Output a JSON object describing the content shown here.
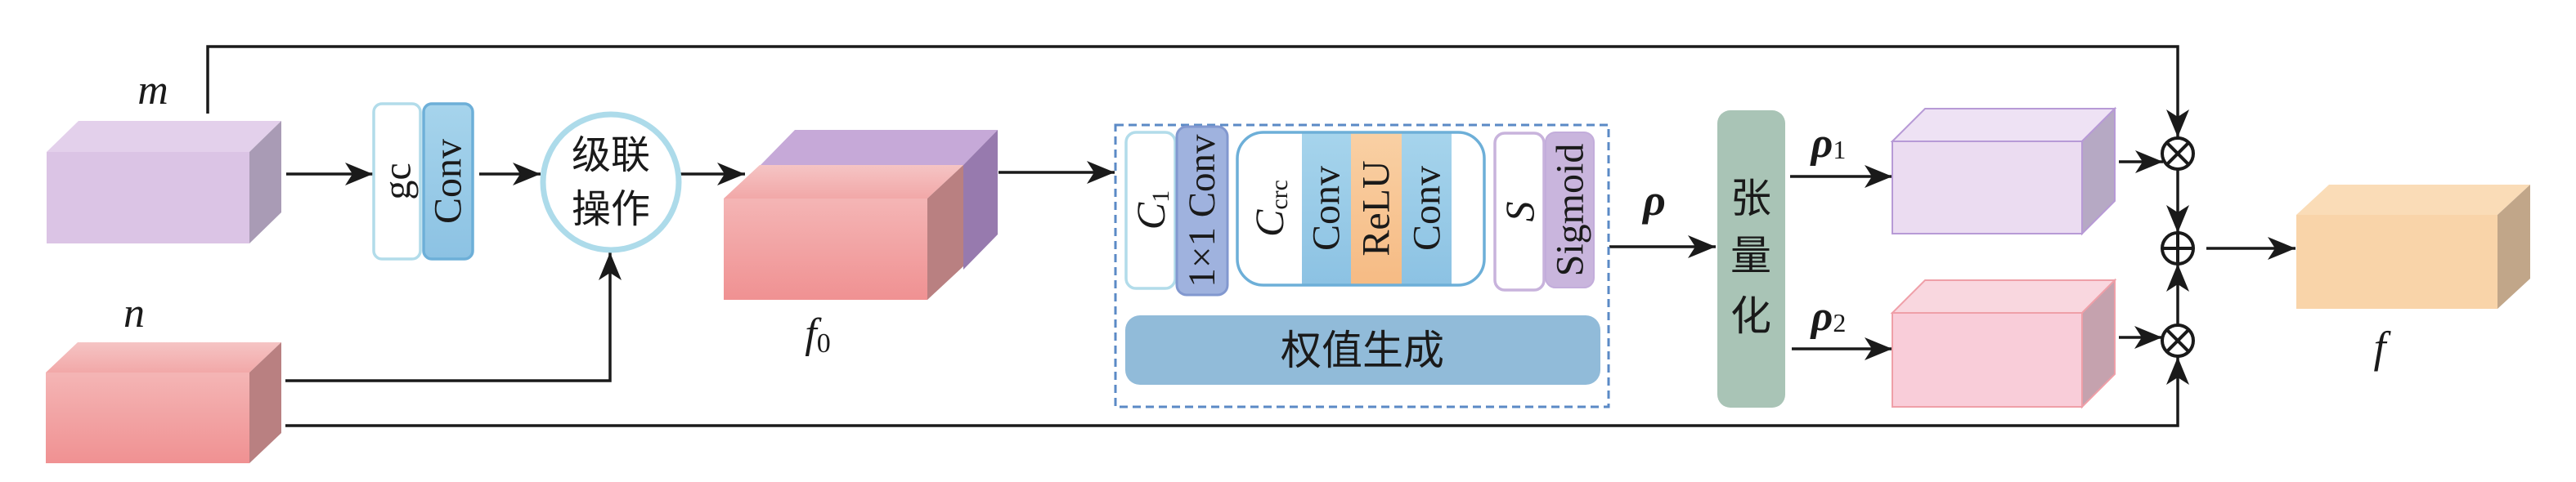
{
  "figure": {
    "input_m": {
      "label": "m"
    },
    "input_n": {
      "label": "n"
    },
    "gc_block": {
      "gc": "gc",
      "conv": "Conv"
    },
    "concat_node": {
      "line1": "级联",
      "line2": "操作"
    },
    "f0": {
      "symbol": "f",
      "subscript": "0"
    },
    "weight_generation": {
      "title": "权值生成",
      "c1": {
        "symbol": "C",
        "subscript": "1"
      },
      "conv1x1": "1×1 Conv",
      "crc": {
        "symbol": "C",
        "subscript": "crc",
        "layers": [
          "Conv",
          "ReLU",
          "Conv"
        ]
      },
      "s": {
        "symbol": "S"
      },
      "sigmoid": "Sigmoid"
    },
    "rho": {
      "symbol": "ρ"
    },
    "tensorization": {
      "chars": [
        "张",
        "量",
        "化"
      ]
    },
    "rho1": {
      "symbol": "ρ",
      "subscript": "1"
    },
    "rho2": {
      "symbol": "ρ",
      "subscript": "2"
    },
    "operators": [
      "multiply",
      "add",
      "multiply"
    ],
    "output": {
      "symbol": "f"
    }
  },
  "colors": {
    "line": "#1a1a1a",
    "input_m": {
      "front": "#dbc4e5",
      "top": "#e3d0eb",
      "side": "#a99bb5"
    },
    "input_n": {
      "front_top": "#f4b5b5",
      "front_bottom": "#f09192",
      "top_back": "#f5c4c4",
      "top_front": "#f2a8a8",
      "side": "#b98081"
    },
    "f0_back": {
      "top": "#c6a9d8",
      "side": "#977aae"
    },
    "rho1_box": {
      "front": "#ebdcf1",
      "top": "#eee2f4",
      "side": "#b6a9c4",
      "outline": "#b79ad6"
    },
    "rho2_box": {
      "front": "#f9cdd9",
      "top": "#f9d7df",
      "side": "#c5a2ae",
      "outline": "#ef9fa8"
    },
    "output_box": {
      "front": "#f9d4a9",
      "top": "#fadcb7",
      "side": "#c1a689"
    },
    "conv": {
      "top": "#a6d4ec",
      "bottom": "#8cc2e3",
      "border": "#6dafd8"
    },
    "relu": {
      "top": "#f9d0a4",
      "bottom": "#f6bb84"
    },
    "conv1x1": {
      "fill": "#9fb2de",
      "border": "#8298cf"
    },
    "sigmoid": {
      "fill": "#c9b5dd",
      "border": "#c3addb"
    },
    "label_box_blue_border": "#b2dcea",
    "label_box_purple_border": "#c8b3dc",
    "concat_ring": "#addbea",
    "dashed_frame": "#5b8ac6",
    "weight_bar": "#91bbd9",
    "weight_bar_text": "#ffffff",
    "tensorization_bar": "#a9c4b6"
  }
}
